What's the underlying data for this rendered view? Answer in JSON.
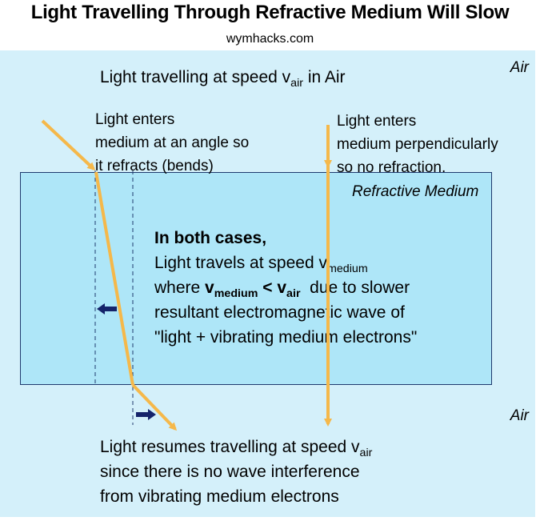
{
  "header": {
    "title": "Light Travelling Through Refractive Medium Will Slow",
    "subtitle": "wymhacks.com"
  },
  "regions": {
    "air_top": "Air",
    "air_bottom": "Air",
    "medium": "Refractive Medium"
  },
  "top_caption": {
    "prefix": "Light travelling at speed v",
    "sub": "air",
    "suffix": " in Air"
  },
  "angled_ray_note": {
    "line1": "Light enters",
    "line2": "medium at an angle so",
    "line3": "it refracts (bends)"
  },
  "perpendicular_ray_note": {
    "line1": "Light enters",
    "line2": "medium perpendicularly",
    "line3": "so no refraction."
  },
  "center_text": {
    "heading": "In both cases,",
    "line2_prefix": "Light travels at speed v",
    "line2_sub": "medium",
    "line3_where": "where ",
    "line3_v1": "v",
    "line3_sub1": "medium",
    "line3_lt": " < v",
    "line3_sub2": "air",
    "line3_suffix": "  due to slower",
    "line4": "resultant electromagnetic wave of",
    "line5": "\"light + vibrating medium electrons\""
  },
  "bottom_caption": {
    "line1_prefix": "Light resumes travelling at speed v",
    "line1_sub": "air",
    "line2": "since there is no wave interference",
    "line3": "from vibrating medium electrons"
  },
  "colors": {
    "air": "#d4f0fa",
    "medium": "#aee6f8",
    "ray": "#f5b84a",
    "border": "#1f3a6e",
    "shift_arrow": "#15236a"
  }
}
